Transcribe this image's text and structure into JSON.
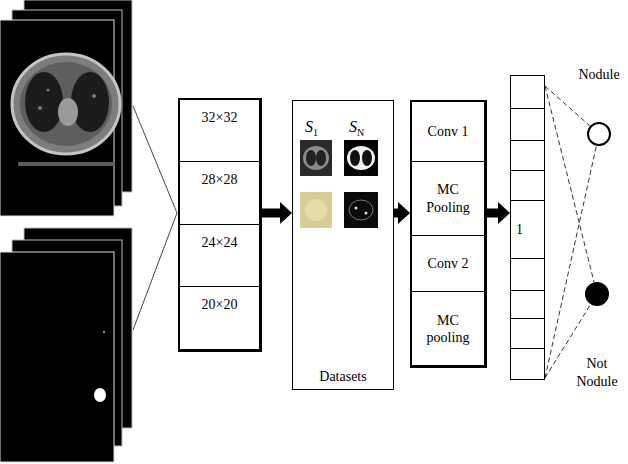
{
  "diagram": {
    "nodes": [
      {
        "text": [
          "32×32",
          "28×28",
          "24×24",
          "20×20"
        ]
      },
      {
        "text": [
          "S1",
          "SN",
          "Datasets"
        ]
      },
      {
        "text": [
          "Conv 1",
          "MC Pooling",
          "Conv 2",
          "MC pooling"
        ]
      },
      {
        "text": [
          "1"
        ]
      },
      {
        "text": [
          "Nodule"
        ]
      },
      {
        "text": [
          "Not Nodule"
        ]
      }
    ],
    "edges": [
      {
        "from": 0,
        "to": 1,
        "arrow": "to"
      },
      {
        "from": 1,
        "to": 2,
        "arrow": "to"
      },
      {
        "from": 2,
        "to": 3,
        "arrow": "to"
      },
      {
        "from": 3,
        "to": 4,
        "arrow": "none"
      },
      {
        "from": 3,
        "to": 5,
        "arrow": "none"
      },
      {
        "from": 3,
        "to": 4,
        "arrow": "none"
      },
      {
        "from": 3,
        "to": 5,
        "arrow": "none"
      }
    ]
  }
}
